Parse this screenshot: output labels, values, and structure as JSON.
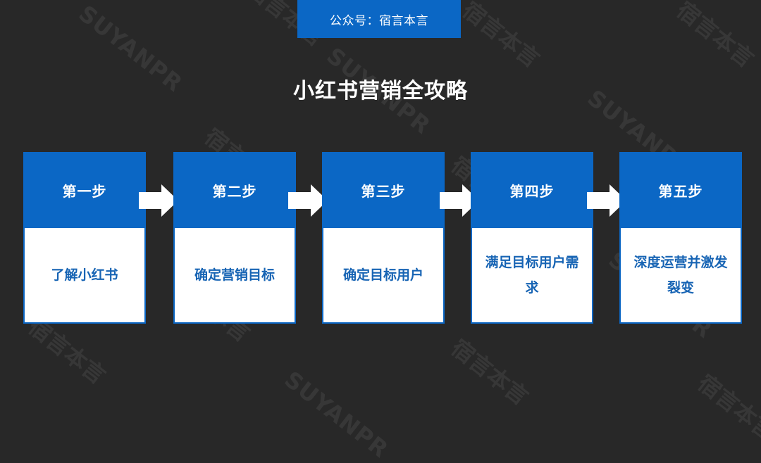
{
  "header": {
    "badge_text": "公众号：宿言本言"
  },
  "page": {
    "title": "小红书营销全攻略"
  },
  "steps": [
    {
      "label": "第一步",
      "content": "了解小红书"
    },
    {
      "label": "第二步",
      "content": "确定营销目标"
    },
    {
      "label": "第三步",
      "content": "确定目标用户"
    },
    {
      "label": "第四步",
      "content": "满足目标用户需求"
    },
    {
      "label": "第五步",
      "content": "深度运营并激发裂变"
    }
  ],
  "watermark": {
    "cn": "宿言本言",
    "en": "SUYANPR"
  },
  "colors": {
    "background": "#282828",
    "accent": "#0b67c5",
    "card_body": "#ffffff",
    "card_text": "#1764b4",
    "arrow": "#ffffff"
  },
  "icons": {
    "step_connector": "right-arrow-icon"
  }
}
